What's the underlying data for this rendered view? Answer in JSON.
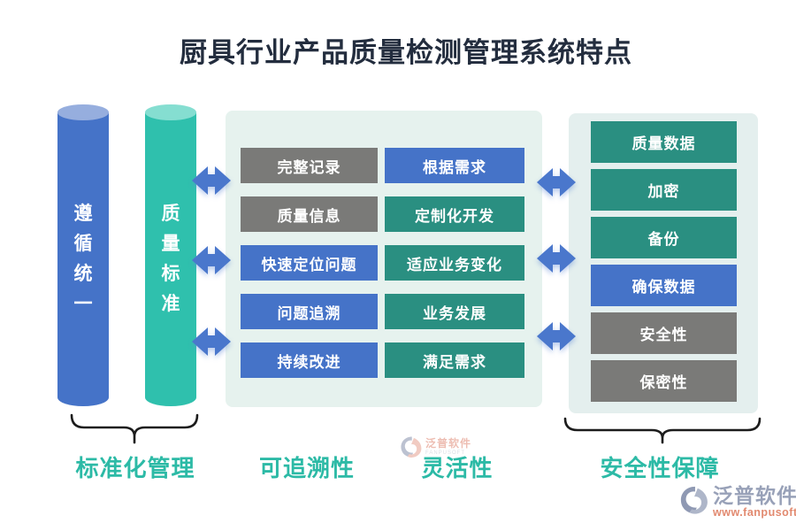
{
  "title": "厨具行业产品质量检测管理系统特点",
  "colors": {
    "title": "#232d3e",
    "blue": "#4573c8",
    "blue_top": "#96aede",
    "teal_cylinder": "#2fc0ad",
    "teal_cylinder_top": "#85ded1",
    "gray_box": "#7a7a78",
    "teal_box": "#2a8f81",
    "panel_mid_bg": "#e6f2ee",
    "panel_right_bg": "#e4efee",
    "label_teal": "#2cbaa6",
    "arrow_blue": "#4a77cc",
    "brace": "#1c1c1c",
    "watermark_blue_gray": "#98a1b8",
    "watermark_salmon": "#e8a899",
    "watermark_url_color": "#e28a70"
  },
  "cylinders": [
    {
      "name": "遵循统一",
      "chars": [
        "遵",
        "循",
        "统",
        "一"
      ],
      "color": "#4573c8",
      "top_color": "#96aede"
    },
    {
      "name": "质量标准",
      "chars": [
        "质",
        "量",
        "标",
        "准"
      ],
      "color": "#2fc0ad",
      "top_color": "#85ded1"
    }
  ],
  "middle_panel": {
    "left_column": [
      {
        "label": "完整记录",
        "color": "#7a7a78"
      },
      {
        "label": "质量信息",
        "color": "#7a7a78"
      },
      {
        "label": "快速定位问题",
        "color": "#4573c8"
      },
      {
        "label": "问题追溯",
        "color": "#4573c8"
      },
      {
        "label": "持续改进",
        "color": "#4573c8"
      }
    ],
    "right_column": [
      {
        "label": "根据需求",
        "color": "#4573c8"
      },
      {
        "label": "定制化开发",
        "color": "#2a8f81"
      },
      {
        "label": "适应业务变化",
        "color": "#2a8f81"
      },
      {
        "label": "业务发展",
        "color": "#2a8f81"
      },
      {
        "label": "满足需求",
        "color": "#2a8f81"
      }
    ]
  },
  "right_panel": {
    "items": [
      {
        "label": "质量数据",
        "color": "#2a8f81"
      },
      {
        "label": "加密",
        "color": "#2a8f81"
      },
      {
        "label": "备份",
        "color": "#2a8f81"
      },
      {
        "label": "确保数据",
        "color": "#4573c8"
      },
      {
        "label": "安全性",
        "color": "#7a7a78"
      },
      {
        "label": "保密性",
        "color": "#7a7a78"
      }
    ]
  },
  "bottom_labels": [
    {
      "label": "标准化管理"
    },
    {
      "label": "可追溯性"
    },
    {
      "label": "灵活性"
    },
    {
      "label": "安全性保障"
    }
  ],
  "watermarks": {
    "center": {
      "brand": "泛普软件",
      "caption": "FANPUSOFT"
    },
    "bottom_right": {
      "brand": "泛普软件",
      "url": "www.fanpusoft.com"
    }
  }
}
